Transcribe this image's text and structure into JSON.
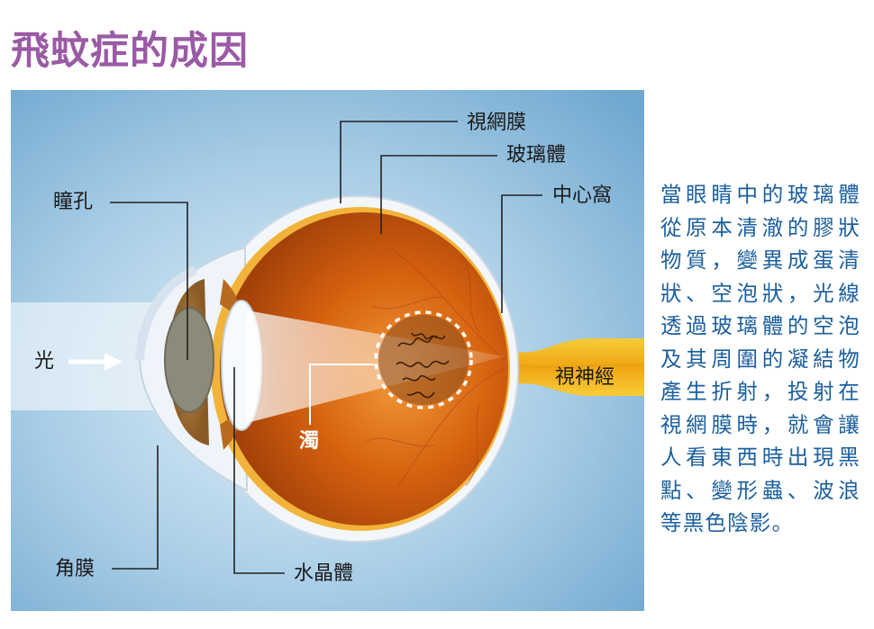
{
  "title": "飛蚊症的成因",
  "labels": {
    "retina": "視網膜",
    "vitreous": "玻璃體",
    "fovea": "中心窩",
    "pupil": "瞳孔",
    "light": "光",
    "optic_nerve": "視神經",
    "turbid": "濁",
    "cornea": "角膜",
    "lens": "水晶體"
  },
  "description": "當眼睛中的玻璃體從原本清澈的膠狀物質，變異成蛋清狀、空泡狀，光線透過玻璃體的空泡及其周圍的凝結物產生折射，投射在視網膜時，就會讓人看東西時出現黑點、變形蟲、波浪等黑色陰影。",
  "colors": {
    "title": "#9b5aa5",
    "description": "#1b5f9c",
    "background": "#7fb3d6",
    "eyeball": "#d9620f",
    "optic_nerve": "#f2b51a"
  }
}
